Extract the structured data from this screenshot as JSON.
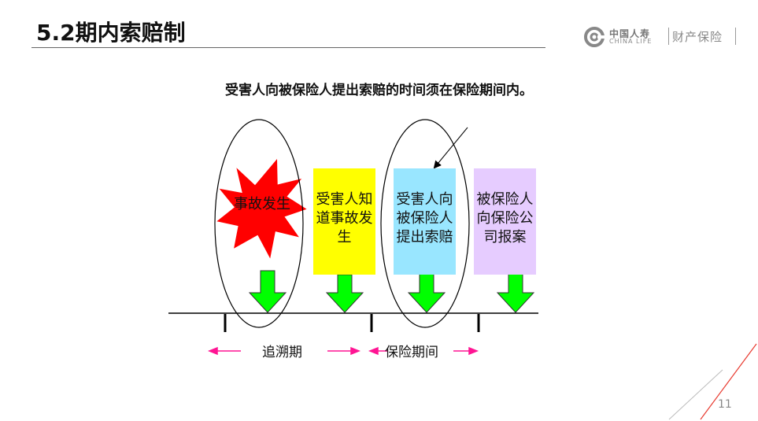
{
  "slide": {
    "title": "5.2期内索赔制",
    "subtitle": "受害人向被保险人提出索赔的时间须在保险期间内。",
    "page_number": "11"
  },
  "logo": {
    "chinese": "中国人寿",
    "english": "CHINA LIFE",
    "subtitle": "财产保险"
  },
  "events": {
    "accident": "事故发生",
    "victim_aware": "受害人知道事故发生",
    "victim_claims": "受害人向被保险人提出索赔",
    "insured_reports": "被保险人向保险公司报案"
  },
  "periods": {
    "retroactive": "追溯期",
    "insurance": "保险期间"
  },
  "colors": {
    "burst": "#ff0000",
    "yellow_box": "#ffff00",
    "cyan_box": "#99e6ff",
    "purple_box": "#e6ccff",
    "down_arrow": "#00ff00",
    "period_arrow": "#ff1493",
    "accent_line": "#e83a2f"
  }
}
